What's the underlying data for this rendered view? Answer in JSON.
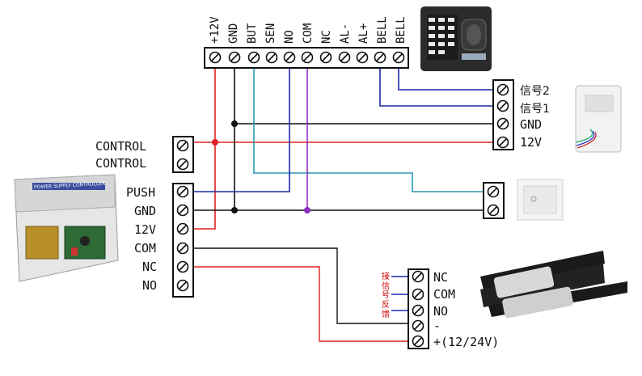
{
  "top_block": {
    "terminals": [
      "+12V",
      "GND",
      "BUT",
      "SEN",
      "NO",
      "COM",
      "NC",
      "AL-",
      "AL+",
      "BELL",
      "BELL"
    ]
  },
  "doorbell_block": {
    "terminals": [
      "信号2",
      "信号1",
      "GND",
      "12V"
    ]
  },
  "control_block": {
    "terminals": [
      "CONTROL",
      "CONTROL"
    ]
  },
  "power_block": {
    "terminals": [
      "PUSH",
      "GND",
      "12V",
      "COM",
      "NC",
      "NO"
    ]
  },
  "lock_block": {
    "terminals": [
      "NC",
      "COM",
      "NO",
      "-",
      "+(12/24V)"
    ],
    "side_labels": [
      "接",
      "信",
      "号",
      "反",
      "馈"
    ]
  },
  "power_supply_device": {
    "label": "POWER SUPPLY CONTROLLER"
  },
  "colors": {
    "red": "#e02020",
    "black": "#111111",
    "blue": "#1a2aa8",
    "cyan": "#2a9ab0",
    "purple": "#8a30c0"
  }
}
